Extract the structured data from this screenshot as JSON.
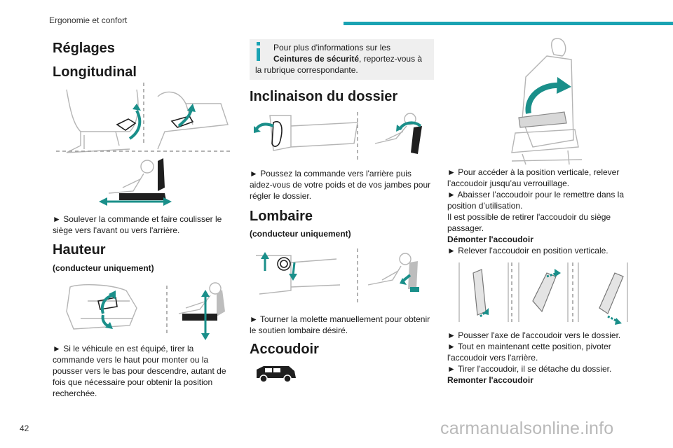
{
  "header": {
    "section": "Ergonomie et confort"
  },
  "page_number": "42",
  "watermark": "carmanualsonline.info",
  "colors": {
    "accent": "#1aa3b3",
    "arrow": "#1a8f8a",
    "info_box": "#efefef"
  },
  "left": {
    "title": "Réglages",
    "longitudinal": {
      "heading": "Longitudinal",
      "text": "► Soulever la commande et faire coulisser le siège vers l'avant ou vers l'arrière."
    },
    "hauteur": {
      "heading": "Hauteur",
      "sub": "(conducteur uniquement)",
      "text": "► Si le véhicule en est équipé, tirer la commande vers le haut pour monter ou la pousser vers le bas pour descendre, autant de fois que nécessaire pour obtenir la position recherchée."
    }
  },
  "middle": {
    "info": {
      "icon": "info-icon",
      "line1": "Pour plus d'informations sur les",
      "bold": "Ceintures de sécurité",
      "line2_rest": ", reportez-vous à",
      "line3": "la rubrique correspondante."
    },
    "inclinaison": {
      "heading": "Inclinaison du dossier",
      "text": "► Poussez la commande vers l'arrière puis aidez-vous de votre poids et de vos jambes pour régler le dossier."
    },
    "lombaire": {
      "heading": "Lombaire",
      "sub": "(conducteur uniquement)",
      "text": "► Tourner la molette manuellement pour obtenir le soutien lombaire désiré."
    },
    "accoudoir": {
      "heading": "Accoudoir",
      "icon": "van-icon"
    }
  },
  "right": {
    "p1": "► Pour accéder à la position verticale, relever l’accoudoir jusqu’au verrouillage.",
    "p2": "► Abaisser l’accoudoir pour le remettre dans la position d’utilisation.",
    "p3": "Il est possible de retirer l'accoudoir du siège passager.",
    "demonter": "Démonter l'accoudoir",
    "p4": "► Relever l'accoudoir en position verticale.",
    "p5": "► Pousser l'axe de l'accoudoir vers le dossier.",
    "p6": "► Tout en maintenant cette position, pivoter l'accoudoir vers l'arrière.",
    "p7": "► Tirer l'accoudoir, il se détache du dossier.",
    "remonter": "Remonter l'accoudoir"
  }
}
